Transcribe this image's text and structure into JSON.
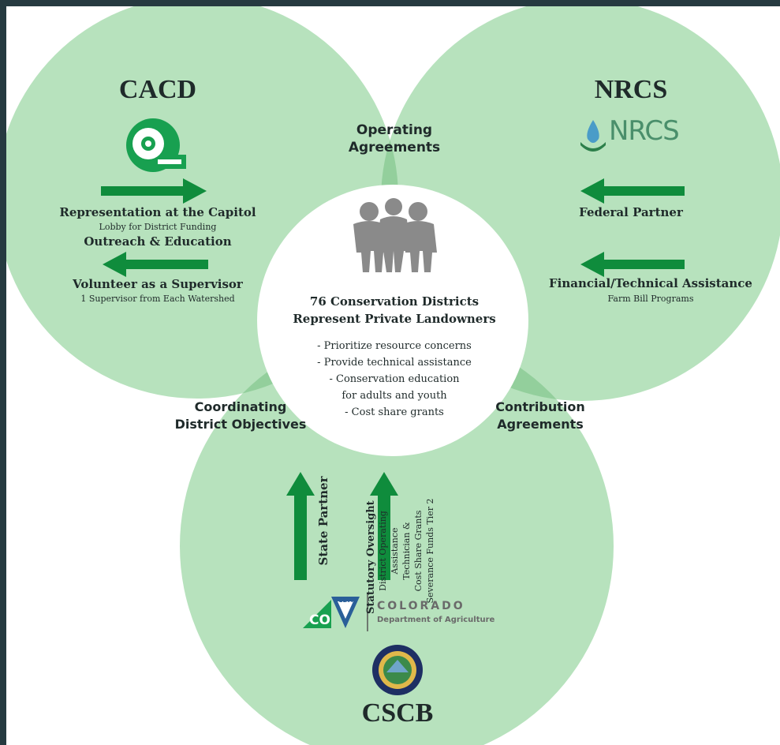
{
  "colors": {
    "frame": "#263a40",
    "circle_fill": "#b7e2bd",
    "overlap_fill": "#93cf9c",
    "center_fill": "#ffffff",
    "arrow_green": "#0f8c3c",
    "people_gray": "#8a8a8a",
    "text_dark": "#1f2a2a"
  },
  "cacd": {
    "title": "CACD",
    "logo_icon": "rose-seal-icon",
    "item1_title": "Representation at the Capitol",
    "item1_sub": "Lobby for District Funding",
    "item2_title": "Outreach & Education",
    "item3_title": "Volunteer as a Supervisor",
    "item3_sub": "1 Supervisor from Each Watershed"
  },
  "nrcs": {
    "title": "NRCS",
    "logo_text": "NRCS",
    "logo_icon": "water-drop-icon",
    "item1_title": "Federal Partner",
    "item2_title": "Financial/Technical Assistance",
    "item2_sub": "Farm Bill Programs"
  },
  "cscb": {
    "title": "CSCB",
    "partner_label": "State Partner",
    "oversight_title": "Statutory Oversight",
    "oversight_lines": [
      "District Operating",
      "Assistance",
      "Technician &",
      "Cost Share Grants",
      "Severance Funds Tier 2"
    ],
    "cda_name": "COLORADO",
    "cda_sub": "Department of Agriculture",
    "cda_badge": "CDA",
    "cda_logo_text": "CO",
    "seal_icon": "state-seal-icon"
  },
  "overlaps": {
    "top_line1": "Operating",
    "top_line2": "Agreements",
    "left_line1": "Coordinating",
    "left_line2": "District Objectives",
    "right_line1": "Contribution",
    "right_line2": "Agreements"
  },
  "center": {
    "people_icon": "people-silhouette-icon",
    "heading_line1": "76 Conservation Districts",
    "heading_line2": "Represent Private Landowners",
    "bullets": [
      "- Prioritize resource concerns",
      "- Provide technical assistance",
      "- Conservation education",
      "for adults and youth",
      "- Cost share grants"
    ]
  }
}
